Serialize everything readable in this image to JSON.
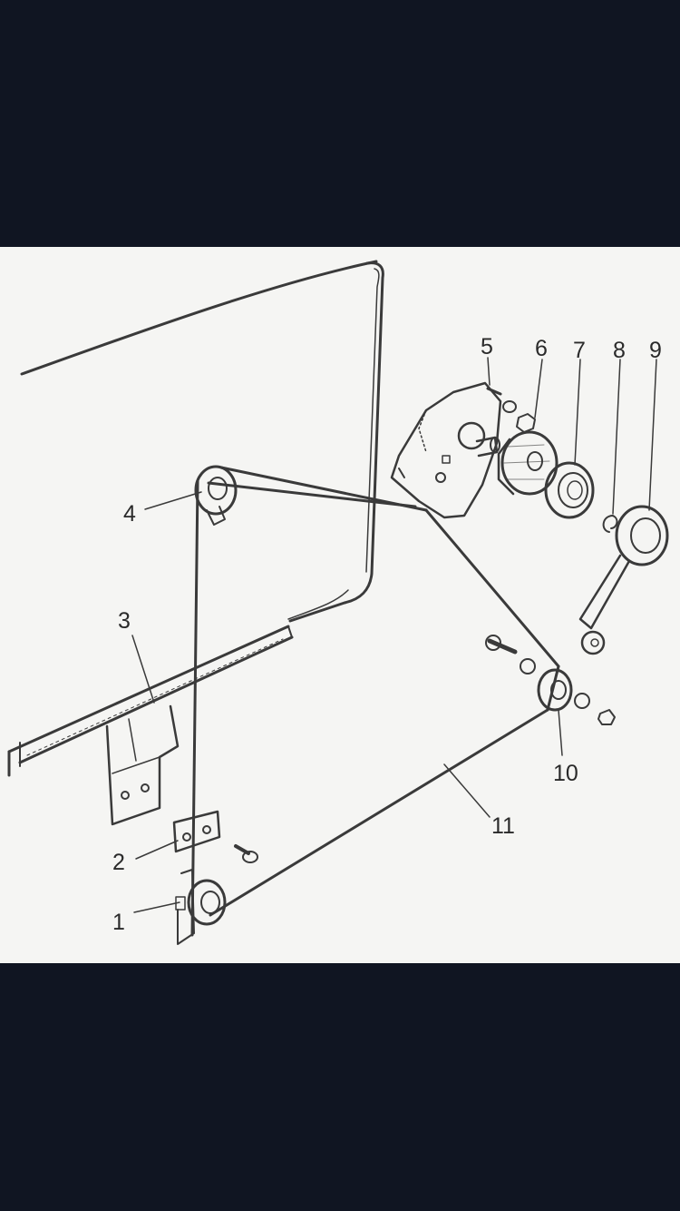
{
  "diagram": {
    "callouts": [
      {
        "id": "1",
        "label": "1"
      },
      {
        "id": "2",
        "label": "2"
      },
      {
        "id": "3",
        "label": "3"
      },
      {
        "id": "4",
        "label": "4"
      },
      {
        "id": "5",
        "label": "5"
      },
      {
        "id": "6",
        "label": "6"
      },
      {
        "id": "7",
        "label": "7"
      },
      {
        "id": "8",
        "label": "8"
      },
      {
        "id": "9",
        "label": "9"
      },
      {
        "id": "10",
        "label": "10"
      },
      {
        "id": "11",
        "label": "11"
      }
    ]
  },
  "colors": {
    "background": "#101522",
    "paper": "#f5f5f3",
    "ink": "#3a3a3a"
  }
}
